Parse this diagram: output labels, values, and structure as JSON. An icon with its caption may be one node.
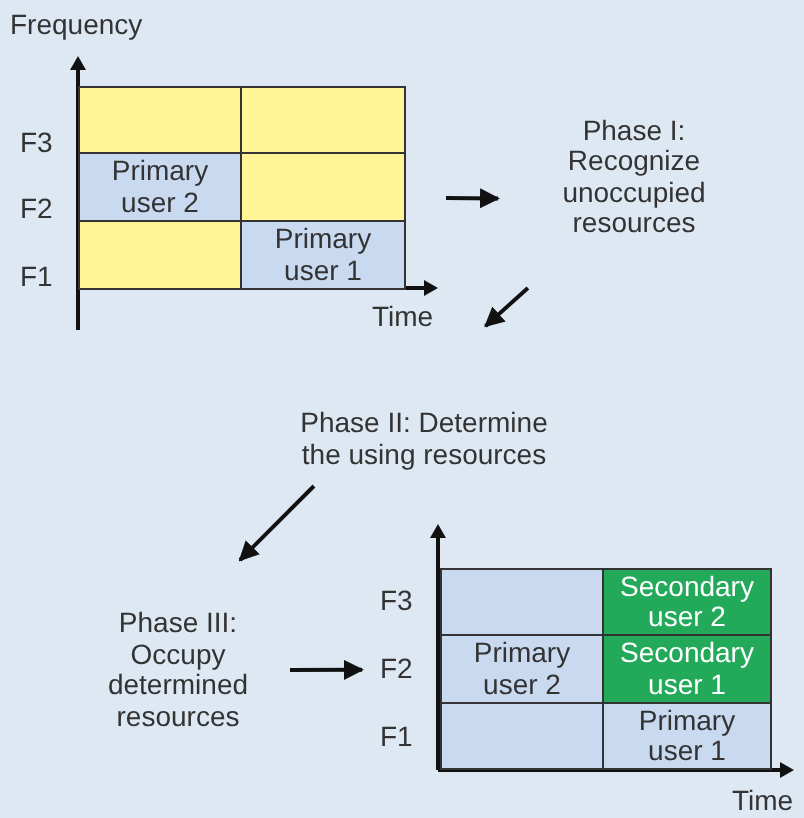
{
  "diagram": {
    "nodes": [
      {
        "text": [],
        "shape": "box"
      },
      {
        "text": [],
        "shape": "box",
        "in": 0
      },
      {
        "text": [],
        "shape": "box",
        "in": 0
      },
      {
        "text": [
          "Primary user 2"
        ],
        "in": 0
      },
      {
        "text": [],
        "shape": "box",
        "in": 0
      },
      {
        "text": [],
        "shape": "box",
        "in": 0
      },
      {
        "text": [
          "Primary user 1"
        ],
        "in": 0
      },
      {
        "text": [
          "Phase I: Recognize unoccupied resources"
        ]
      },
      {
        "text": [
          "Phase II: Determine the using resources"
        ]
      },
      {
        "text": [
          "Phase III: Occupy determined resources"
        ]
      },
      {
        "text": [],
        "shape": "box"
      },
      {
        "text": [],
        "shape": "box",
        "in": 10
      },
      {
        "text": [
          "Secondary user 2"
        ],
        "in": 10
      },
      {
        "text": [
          "Primary user 2"
        ],
        "in": 10
      },
      {
        "text": [
          "Secondary user 1"
        ],
        "in": 10
      },
      {
        "text": [],
        "shape": "box",
        "in": 10
      },
      {
        "text": [
          "Primary user 1"
        ],
        "in": 10
      }
    ],
    "edges": [
      {
        "from": 0,
        "to": 7,
        "arrow": "to"
      },
      {
        "from": 7,
        "to": 8,
        "arrow": "to"
      },
      {
        "from": 8,
        "to": 9,
        "arrow": "to"
      },
      {
        "from": 9,
        "to": 10,
        "arrow": "to"
      }
    ],
    "labels": [
      "Frequency",
      "F3",
      "F2",
      "F1",
      "Time",
      "F3",
      "F2",
      "F1",
      "Time"
    ]
  }
}
